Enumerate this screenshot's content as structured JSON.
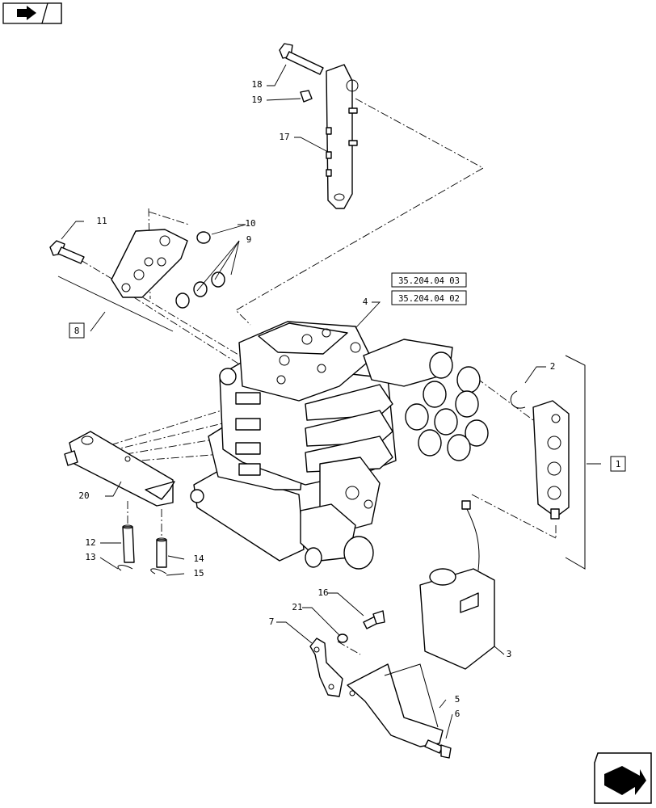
{
  "navigation": {
    "prev_icon": "arrow-icon",
    "next_icon": "return-arrow-icon"
  },
  "reference_boxes": {
    "ref_a": "35.204.04 03",
    "ref_b": "35.204.04 02"
  },
  "callouts": {
    "c1": "1",
    "c2": "2",
    "c3": "3",
    "c4": "4",
    "c5": "5",
    "c6": "6",
    "c7": "7",
    "c8": "8",
    "c9": "9",
    "c10": "10",
    "c11": "11",
    "c12": "12",
    "c13": "13",
    "c14": "14",
    "c15": "15",
    "c16": "16",
    "c17": "17",
    "c18": "18",
    "c19": "19",
    "c20": "20",
    "c21": "21"
  }
}
